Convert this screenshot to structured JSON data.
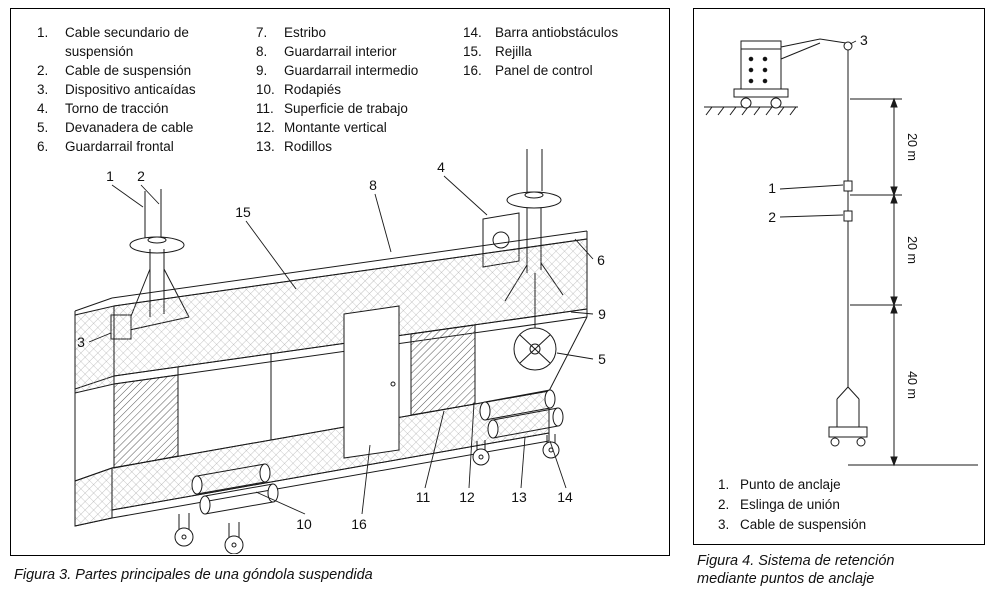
{
  "fig3": {
    "legend": [
      {
        "n": "1.",
        "t": "Cable secundario de suspensión"
      },
      {
        "n": "2.",
        "t": "Cable de suspensión"
      },
      {
        "n": "3.",
        "t": "Dispositivo anticaídas"
      },
      {
        "n": "4.",
        "t": "Torno de tracción"
      },
      {
        "n": "5.",
        "t": "Devanadera de cable"
      },
      {
        "n": "6.",
        "t": "Guardarrail frontal"
      },
      {
        "n": "7.",
        "t": "Estribo"
      },
      {
        "n": "8.",
        "t": "Guardarrail interior"
      },
      {
        "n": "9.",
        "t": "Guardarrail intermedio"
      },
      {
        "n": "10.",
        "t": "Rodapiés"
      },
      {
        "n": "11.",
        "t": "Superficie de trabajo"
      },
      {
        "n": "12.",
        "t": "Montante vertical"
      },
      {
        "n": "13.",
        "t": "Rodillos"
      },
      {
        "n": "14.",
        "t": "Barra antiobstáculos"
      },
      {
        "n": "15.",
        "t": "Rejilla"
      },
      {
        "n": "16.",
        "t": "Panel de control"
      }
    ],
    "callouts": {
      "c1": "1",
      "c2": "2",
      "c3": "3",
      "c4": "4",
      "c5": "5",
      "c6": "6",
      "c8": "8",
      "c9": "9",
      "c10": "10",
      "c11": "11",
      "c12": "12",
      "c13": "13",
      "c14": "14",
      "c15": "15",
      "c16": "16"
    },
    "caption": "Figura 3. Partes principales de una góndola suspendida"
  },
  "fig4": {
    "callouts": {
      "c1": "1",
      "c2": "2",
      "c3": "3"
    },
    "dims": {
      "d1": "20 m",
      "d2": "20 m",
      "d3": "40 m"
    },
    "legend": [
      {
        "n": "1.",
        "t": "Punto de anclaje"
      },
      {
        "n": "2.",
        "t": "Eslinga de unión"
      },
      {
        "n": "3.",
        "t": "Cable de suspensión"
      }
    ],
    "caption_line1": "Figura 4. Sistema de retención",
    "caption_line2": "mediante puntos de anclaje"
  }
}
